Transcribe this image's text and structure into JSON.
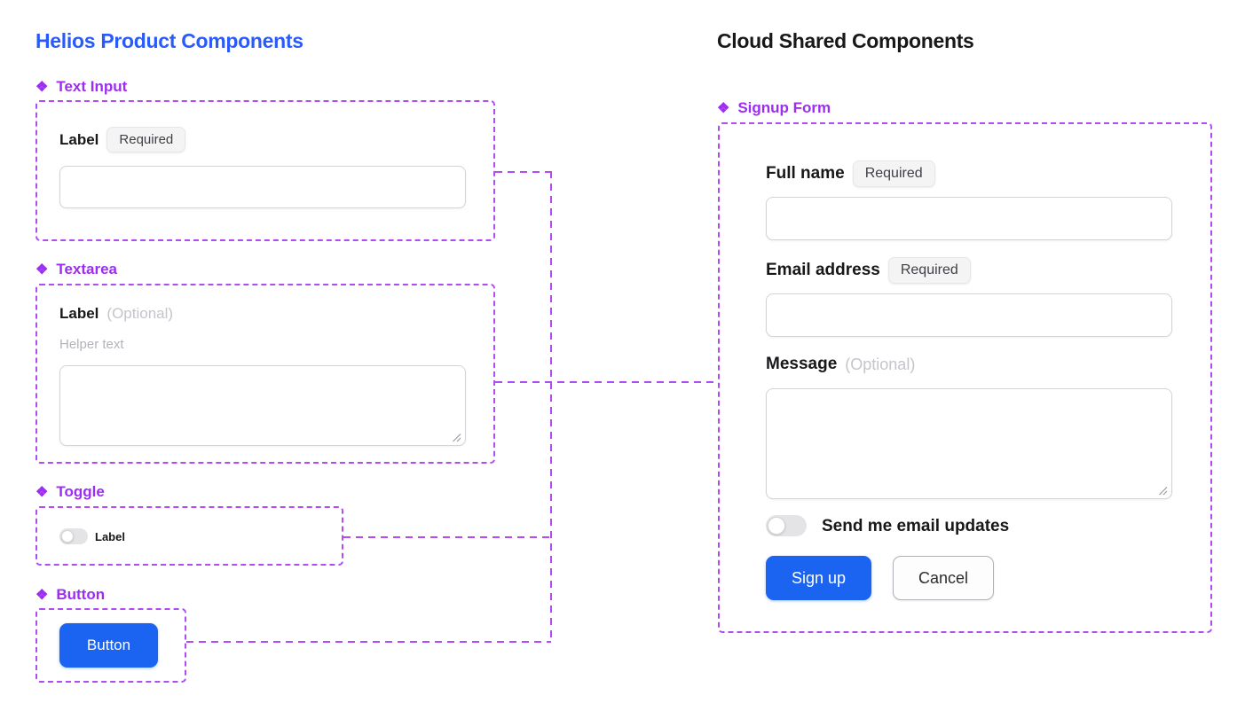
{
  "colors": {
    "left_title_blue": "#2b5bf7",
    "component_purple": "#9d2df2",
    "wire_purple": "#b04cf0",
    "primary_button_blue": "#1b64f2",
    "text_dark": "#18181b"
  },
  "left": {
    "title": "Helios Product Components",
    "sections": {
      "text_input": {
        "icon": "❖",
        "name": "Text Input",
        "label": "Label",
        "badge": "Required",
        "input_value": ""
      },
      "textarea": {
        "icon": "❖",
        "name": "Textarea",
        "label": "Label",
        "optional": "(Optional)",
        "helper": "Helper text",
        "textarea_value": ""
      },
      "toggle": {
        "icon": "❖",
        "name": "Toggle",
        "label": "Label",
        "state": "off"
      },
      "button": {
        "icon": "❖",
        "name": "Button",
        "button_label": "Button"
      }
    }
  },
  "right": {
    "title": "Cloud Shared Components",
    "signup_form": {
      "icon": "❖",
      "name": "Signup Form",
      "full_name": {
        "label": "Full name",
        "badge": "Required",
        "value": ""
      },
      "email": {
        "label": "Email address",
        "badge": "Required",
        "value": ""
      },
      "message": {
        "label": "Message",
        "optional": "(Optional)",
        "value": ""
      },
      "updates_toggle": {
        "label": "Send me email updates",
        "state": "off"
      },
      "signup_button_label": "Sign up",
      "cancel_button_label": "Cancel"
    }
  },
  "connections": [
    {
      "from": "Text Input",
      "to": "Signup Form"
    },
    {
      "from": "Textarea",
      "to": "Signup Form"
    },
    {
      "from": "Toggle",
      "to": "Signup Form"
    },
    {
      "from": "Button",
      "to": "Signup Form"
    }
  ]
}
